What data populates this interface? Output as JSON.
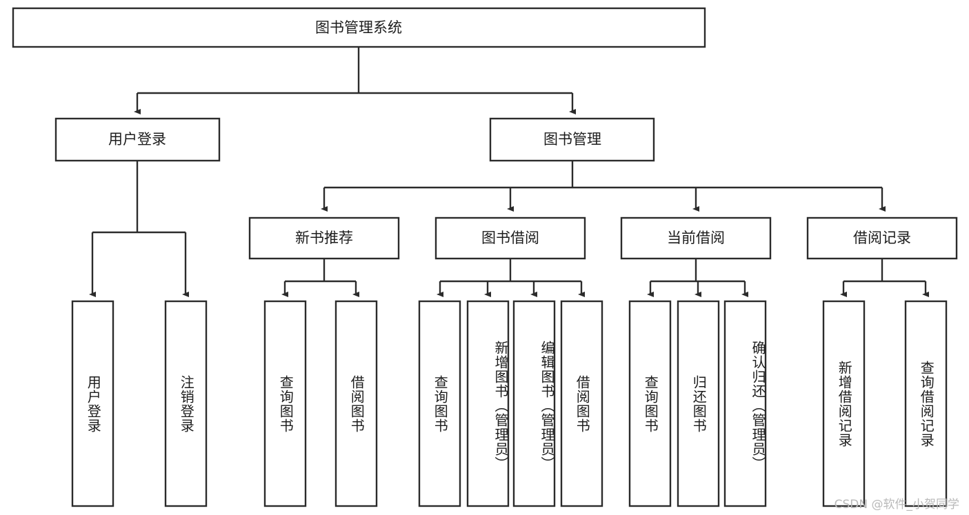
{
  "diagram": {
    "type": "tree-hierarchy",
    "title_text": "图书管理系统",
    "orientation": "top-down",
    "colors": {
      "background": "#ffffff",
      "box_stroke": "#2b2b2b",
      "box_fill": "#ffffff",
      "text": "#1c1c1c",
      "watermark": "#b9b9b9"
    },
    "root": {
      "label": "图书管理系统",
      "level": 0
    },
    "level1": [
      {
        "id": "user-login",
        "label": "用户登录"
      },
      {
        "id": "book-manage",
        "label": "图书管理"
      }
    ],
    "level2": [
      {
        "id": "new-book-recommend",
        "label": "新书推荐",
        "parent": "book-manage"
      },
      {
        "id": "book-borrow",
        "label": "图书借阅",
        "parent": "book-manage"
      },
      {
        "id": "current-borrow",
        "label": "当前借阅",
        "parent": "book-manage"
      },
      {
        "id": "borrow-record",
        "label": "借阅记录",
        "parent": "book-manage"
      }
    ],
    "leaves": [
      {
        "id": "leaf-user-login",
        "label": "用户登录",
        "parent": "user-login"
      },
      {
        "id": "leaf-logout-login",
        "label": "注销登录",
        "parent": "user-login"
      },
      {
        "id": "leaf-query-book-1",
        "label": "查询图书",
        "parent": "new-book-recommend"
      },
      {
        "id": "leaf-borrow-book-1",
        "label": "借阅图书",
        "parent": "new-book-recommend"
      },
      {
        "id": "leaf-query-book-2",
        "label": "查询图书",
        "parent": "book-borrow"
      },
      {
        "id": "leaf-add-book",
        "label": "新增图书（管理员）",
        "parent": "book-borrow"
      },
      {
        "id": "leaf-edit-book",
        "label": "编辑图书（管理员）",
        "parent": "book-borrow"
      },
      {
        "id": "leaf-borrow-book-2",
        "label": "借阅图书",
        "parent": "book-borrow"
      },
      {
        "id": "leaf-query-book-3",
        "label": "查询图书",
        "parent": "current-borrow"
      },
      {
        "id": "leaf-return-book",
        "label": "归还图书",
        "parent": "current-borrow"
      },
      {
        "id": "leaf-confirm-return",
        "label": "确认归还（管理员）",
        "parent": "current-borrow"
      },
      {
        "id": "leaf-add-record",
        "label": "新增借阅记录",
        "parent": "borrow-record"
      },
      {
        "id": "leaf-query-record",
        "label": "查询借阅记录",
        "parent": "borrow-record"
      }
    ]
  },
  "watermark": {
    "text": "CSDN @软件_小贺同学"
  }
}
